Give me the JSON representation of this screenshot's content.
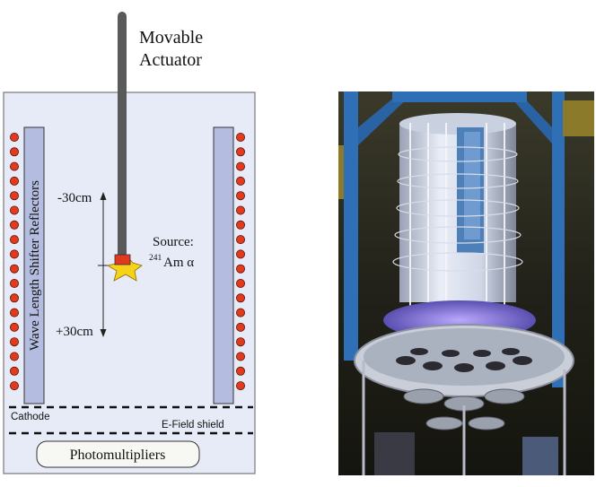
{
  "labels": {
    "actuator_line1": "Movable",
    "actuator_line2": "Actuator",
    "reflectors": "Wave Length Shifter Reflectors",
    "minus": "-30cm",
    "plus": "+30cm",
    "source_title": "Source:",
    "source_mass": "241",
    "source_element": "Am α",
    "cathode": "Cathode",
    "efield": "E-Field shield",
    "photomultipliers": "Photomultipliers"
  },
  "colors": {
    "chamber_fill": "#e6ebf7",
    "reflector_fill": "#b4bddf",
    "electrode_dot": "#e23a1e",
    "actuator_rod": "#5a5a5a",
    "source_star": "#f7d21a",
    "source_holder": "#e23a1e"
  },
  "photo": {
    "subject": "detector-assembly-photo"
  }
}
